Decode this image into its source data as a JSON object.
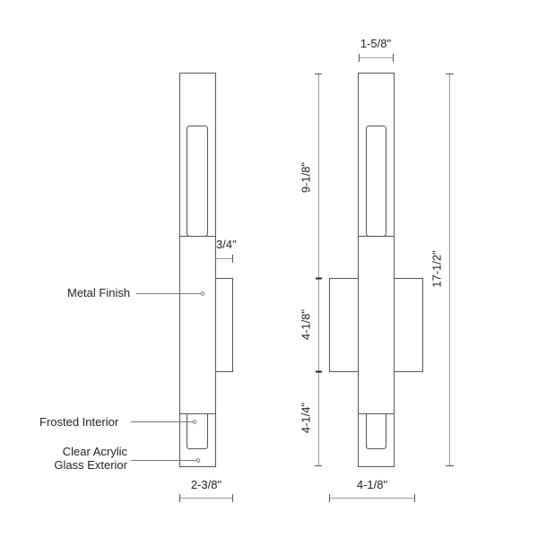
{
  "side_view": {
    "labels": {
      "metal_finish": "Metal Finish",
      "frosted_interior": "Frosted Interior",
      "clear_acrylic_line1": "Clear Acrylic",
      "clear_acrylic_line2": "Glass Exterior"
    },
    "dimensions": {
      "projection": "3/4\"",
      "width": "2-3/8\""
    }
  },
  "front_view": {
    "dimensions": {
      "top_width": "1-5/8\"",
      "upper_height": "9-1/8\"",
      "plate_height": "4-1/8\"",
      "lower_height": "4-1/4\"",
      "overall_height": "17-1/2\"",
      "plate_width": "4-1/8\""
    }
  },
  "colors": {
    "line": "#555555",
    "dim_line": "#9a9a9a",
    "text": "#222222"
  }
}
